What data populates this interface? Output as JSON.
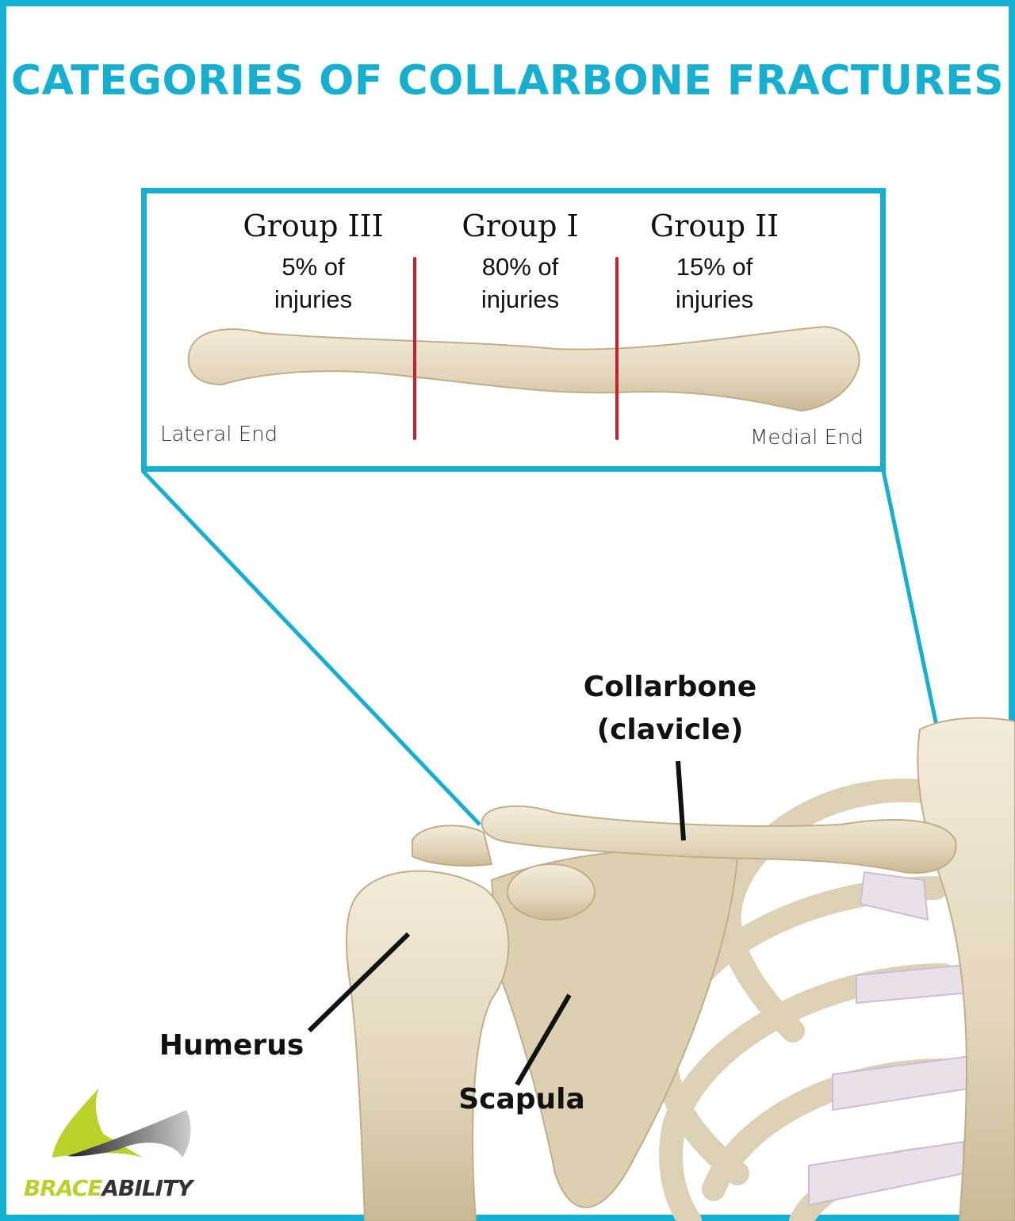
{
  "title": "CATEGORIES OF COLLARBONE FRACTURES",
  "inset": {
    "groups": [
      {
        "name": "Group III",
        "share": "5% of",
        "unit": "injuries"
      },
      {
        "name": "Group I",
        "share": "80% of",
        "unit": "injuries"
      },
      {
        "name": "Group II",
        "share": "15% of",
        "unit": "injuries"
      }
    ],
    "lateral_end": "Lateral End",
    "medial_end": "Medial End"
  },
  "labels": {
    "collarbone_line1": "Collarbone",
    "collarbone_line2": "(clavicle)",
    "humerus": "Humerus",
    "scapula": "Scapula"
  },
  "logo": {
    "brace": "BRACE",
    "ability": "ABILITY"
  },
  "colors": {
    "accent": "#15afd1",
    "divider": "#c8202e",
    "bone": "#e6dcc4",
    "logo_green": "#bcd02a",
    "logo_gray": "#333333"
  }
}
